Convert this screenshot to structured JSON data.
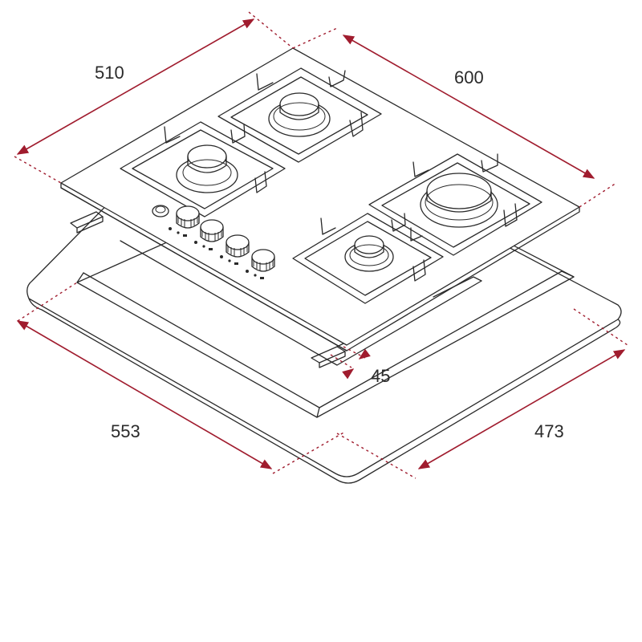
{
  "dimensions": {
    "width_back": "510",
    "depth_right": "600",
    "cutout_front": "553",
    "cutout_side": "473",
    "fixing_height": "45"
  },
  "colors": {
    "dimension_line": "#a01c2e",
    "drawing_line": "#2a2a2a",
    "background": "#ffffff"
  }
}
